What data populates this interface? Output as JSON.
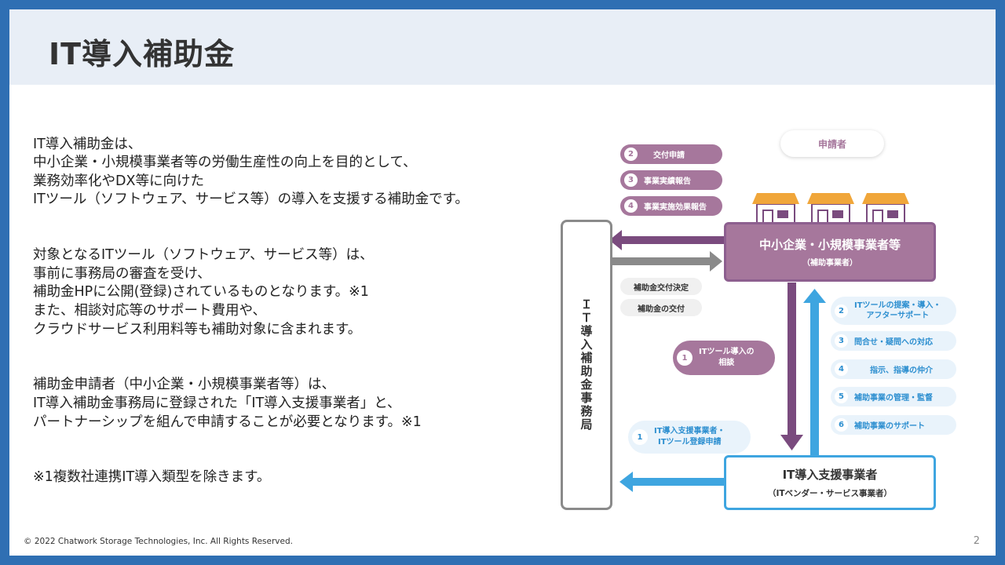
{
  "slide": {
    "title": "IT導入補助金",
    "paragraphs": [
      "IT導入補助金は、\n中小企業・小規模事業者等の労働生産性の向上を目的として、\n業務効率化やDX等に向けた\n ITツール（ソフトウェア、サービス等）の導入を支援する補助金です。",
      "対象となるITツール（ソフトウェア、サービス等）は、\n事前に事務局の審査を受け、\n補助金HPに公開(登録)されているものとなります。※1\nまた、相談対応等のサポート費用や、\nクラウドサービス利用料等も補助対象に含まれます。",
      "補助金申請者（中小企業・小規模事業者等）は、\nIT導入補助金事務局に登録された「IT導入支援事業者」と、\nパートナーシップを組んで申請することが必要となります。※1",
      "※1複数社連携IT導入類型を除きます。"
    ],
    "footer": "© 2022 Chatwork Storage Technologies, Inc. All Rights Reserved.",
    "page_number": "2"
  },
  "diagram": {
    "applicant_label": "申請者",
    "office_label": "ＩＴ導入補助金事務局",
    "sme_title": "中小企業・小規模事業者等",
    "sme_subtitle": "（補助事業者）",
    "vendor_title": "IT導入支援事業者",
    "vendor_subtitle": "（ITベンダー・サービス事業者）",
    "top_steps": [
      {
        "num": "2",
        "label": "交付申請"
      },
      {
        "num": "3",
        "label": "事業実績報告"
      },
      {
        "num": "4",
        "label": "事業実施効果報告"
      }
    ],
    "office_actions": [
      "補助金交付決定",
      "補助金の交付"
    ],
    "consult_step": {
      "num": "1",
      "label": "ITツール導入の\n相談"
    },
    "register_step": {
      "num": "1",
      "label": "IT導入支援事業者・\nITツール登録申請"
    },
    "support_steps": [
      {
        "num": "2",
        "label": "ITツールの提案・導入・\nアフターサポート"
      },
      {
        "num": "3",
        "label": "問合せ・疑問への対応"
      },
      {
        "num": "4",
        "label": "指示、指導の仲介"
      },
      {
        "num": "5",
        "label": "補助事業の管理・監督"
      },
      {
        "num": "6",
        "label": "補助事業のサポート"
      }
    ],
    "colors": {
      "purple": "#a6779c",
      "dark_purple": "#7a4b7e",
      "blue": "#2d8fd0",
      "light_blue": "#3ea5e0",
      "grey": "#8a8a8a",
      "roof": "#f0a63a"
    }
  }
}
